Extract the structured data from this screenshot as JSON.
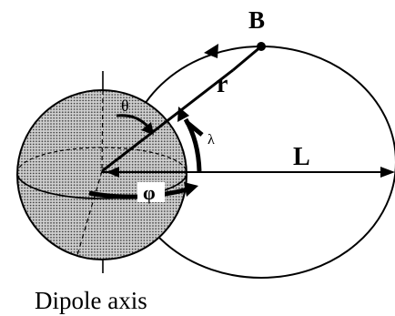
{
  "labels": {
    "b": "B",
    "r": "r",
    "theta": "θ",
    "lambda": "λ",
    "l": "L",
    "phi": "φ",
    "caption": "Dipole axis"
  }
}
